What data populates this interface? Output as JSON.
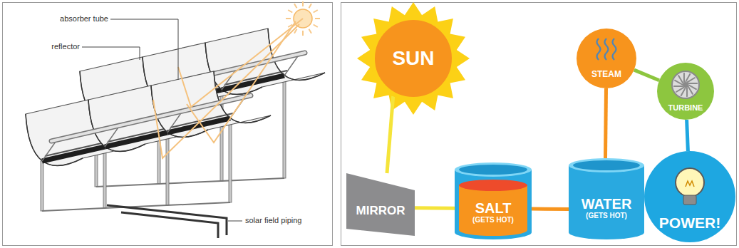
{
  "diagram": {
    "nodes": [
      {
        "text": [
          "SUN"
        ]
      },
      {
        "text": [
          "MIRROR"
        ]
      },
      {
        "text": [
          "SALT",
          "(GETS HOT)"
        ]
      },
      {
        "text": [
          "WATER",
          "(GETS HOT)"
        ]
      },
      {
        "text": [
          "STEAM"
        ]
      },
      {
        "text": [
          "TURBINE"
        ]
      },
      {
        "text": [
          "POWER!"
        ]
      }
    ],
    "edges": [
      {
        "from": 0,
        "to": 1,
        "arrow": "none"
      },
      {
        "from": 1,
        "to": 2,
        "arrow": "none"
      },
      {
        "from": 2,
        "to": 3,
        "arrow": "none"
      },
      {
        "from": 3,
        "to": 4,
        "arrow": "none"
      },
      {
        "from": 4,
        "to": 5,
        "arrow": "none"
      },
      {
        "from": 5,
        "to": 6,
        "arrow": "none"
      }
    ],
    "labels": [
      "absorber tube",
      "reflector",
      "solar field piping"
    ]
  }
}
